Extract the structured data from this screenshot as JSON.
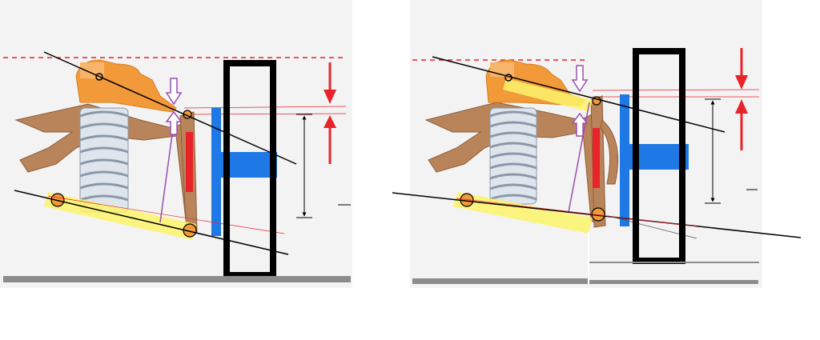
{
  "diagram": {
    "description_free": true,
    "colors": {
      "background": "#ffffff",
      "panel_bg": "#f5f5f5",
      "spring_light": "#dfe5ec",
      "spring_dark": "#8a98a8",
      "bracket": "#b9845a",
      "bracket_dark": "#8e5f3b",
      "cap": "#f29a3a",
      "cap_dark": "#d97c1e",
      "lever_highlight": "#fbf36a",
      "pivot": "#f29a3a",
      "blue_part": "#1e78e6",
      "red_part": "#e8232a",
      "dimension_red": "#e8232a",
      "guide_line": "#000000",
      "purple_arrow": "#9a4fb0",
      "frame": "#000000",
      "ground": "#8c8c8c",
      "dash_red": "#e8232a"
    },
    "panels": [
      {
        "name": "left-panel",
        "state": "released"
      },
      {
        "name": "right-panel",
        "state": "compressed"
      }
    ]
  }
}
